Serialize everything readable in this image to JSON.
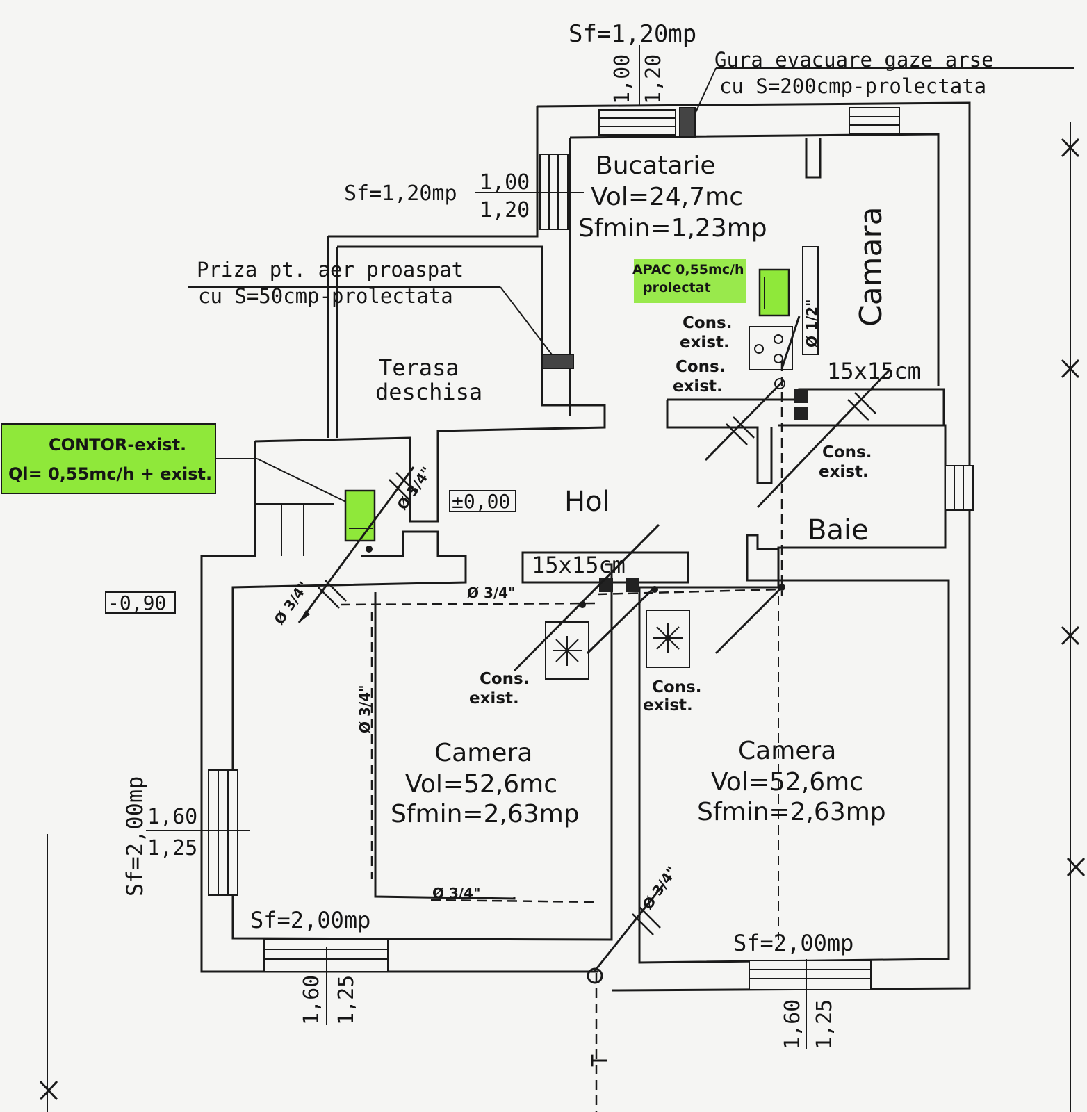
{
  "colors": {
    "ink": "#151515",
    "paper": "#f5f5f3",
    "highlight": "#8fe83a"
  },
  "labels": {
    "sf_top": "Sf=1,20mp",
    "top_dim_a": "1,00",
    "top_dim_b": "1,20",
    "gura_line1": "Gura evacuare gaze arse",
    "gura_line2": "cu S=200cmp-prolectata",
    "sf_left_kitchen": "Sf=1,20mp",
    "left_kitchen_dim_a": "1,00",
    "left_kitchen_dim_b": "1,20",
    "priza_line1": "Priza pt. aer proaspat",
    "priza_line2": "cu S=50cmp-prolectata",
    "terasa_line1": "Terasa",
    "terasa_line2": "deschisa",
    "contor_line1": "CONTOR-exist.",
    "contor_line2": "Ql= 0,55mc/h + exist.",
    "level_hol": "±0,00",
    "level_left": "-0,90",
    "hol": "Hol",
    "baie": "Baie",
    "camara": "Camara",
    "apac_line1": "APAC 0,55mc/h",
    "apac_line2": "prolectat",
    "cons_1a": "Cons.",
    "cons_1b": "exist.",
    "cons_2a": "Cons.",
    "cons_2b": "exist.",
    "cons_3a": "Cons.",
    "cons_3b": "exist.",
    "cons_4a": "Cons.",
    "cons_4b": "exist.",
    "cons_5a": "Cons.",
    "cons_5b": "exist.",
    "duct_right": "15x15cm",
    "duct_center": "15x15cm",
    "pipe_diam": "Ø 3/4\"",
    "pipe_diam_half": "Ø 1/2\"",
    "sf_bottom_left": "Sf=2,00mp",
    "sf_bottom_right": "Sf=2,00mp",
    "sf_left_vertical": "Sf=2,00mp",
    "left_dim_a": "1,60",
    "left_dim_b": "1,25",
    "bottom_left_dim_a": "1,60",
    "bottom_left_dim_b": "1,25",
    "bottom_right_dim_a": "1,60",
    "bottom_right_dim_b": "1,25",
    "bucatarie": {
      "title": "Bucatarie",
      "vol": "Vol=24,7mc",
      "sfmin": "Sfmin=1,23mp"
    },
    "camera_left": {
      "title": "Camera",
      "vol": "Vol=52,6mc",
      "sfmin": "Sfmin=2,63mp"
    },
    "camera_right": {
      "title": "Camera",
      "vol": "Vol=52,6mc",
      "sfmin": "Sfmin=2,63mp"
    },
    "section_mark": "T"
  }
}
